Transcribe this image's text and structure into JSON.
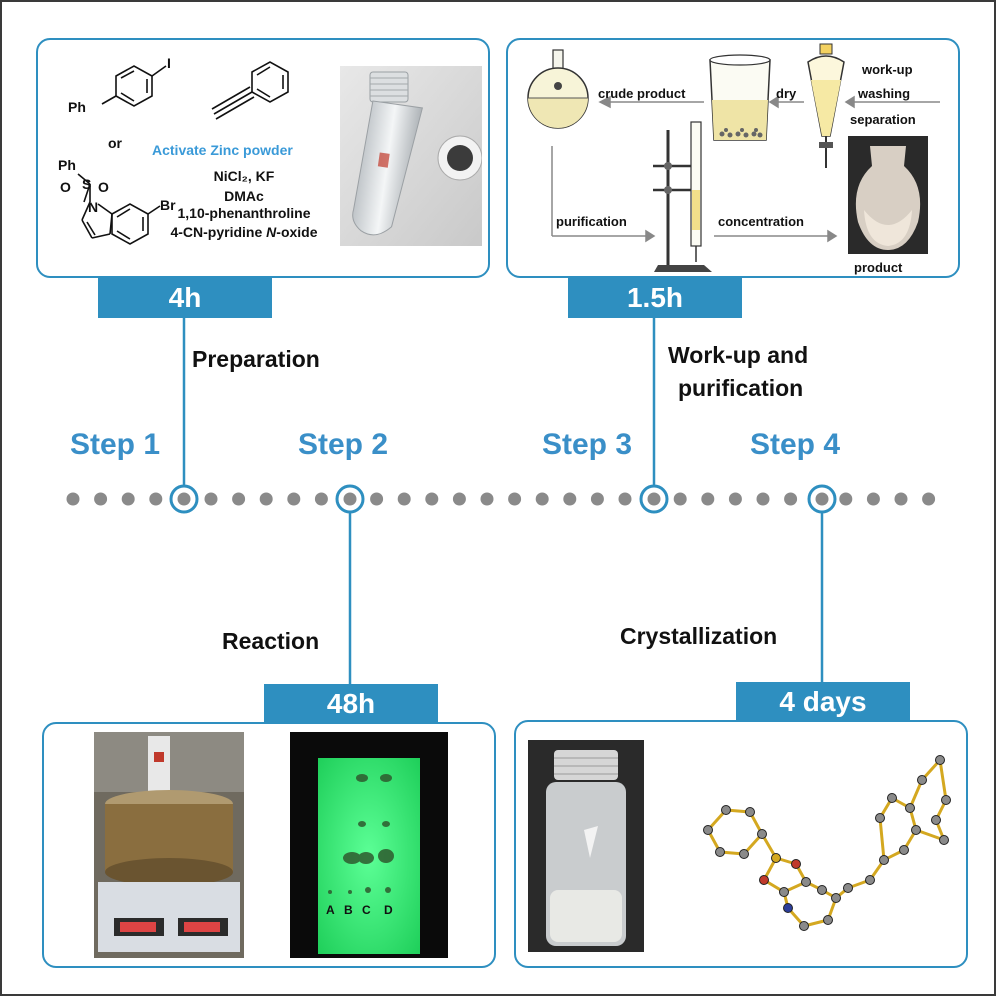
{
  "steps": [
    {
      "label": "Step 1",
      "duration": "4h",
      "caption": "Preparation"
    },
    {
      "label": "Step 2",
      "duration": "48h",
      "caption": "Reaction"
    },
    {
      "label": "Step 3",
      "duration": "1.5h",
      "caption_line1": "Work-up and",
      "caption_line2": "purification"
    },
    {
      "label": "Step 4",
      "duration": "4 days",
      "caption": "Crystallization"
    }
  ],
  "prep": {
    "ph1": "Ph",
    "iodo": "I",
    "or": "or",
    "ph2": "Ph",
    "s": "S",
    "o1": "O",
    "o2": "O",
    "n": "N",
    "br": "Br",
    "zinc": "Activate Zinc powder",
    "reagent1": "NiCl₂, KF",
    "reagent2": "DMAc",
    "reagent3": "1,10-phenanthroline",
    "reagent4_a": "4-CN-pyridine ",
    "reagent4_b": "N",
    "reagent4_c": "-oxide"
  },
  "workup": {
    "crude": "crude product",
    "dry": "dry",
    "workup": "work-up",
    "washing": "washing",
    "separation": "separation",
    "purification": "purification",
    "concentration": "concentration",
    "product": "product"
  },
  "tlc": {
    "lanes": [
      "A",
      "B",
      "C",
      "D"
    ]
  },
  "colors": {
    "accent": "#2e8fc0",
    "step_text": "#3a8fc8",
    "tlc_green": "#34f07a",
    "dots": "#8a8a8a"
  }
}
